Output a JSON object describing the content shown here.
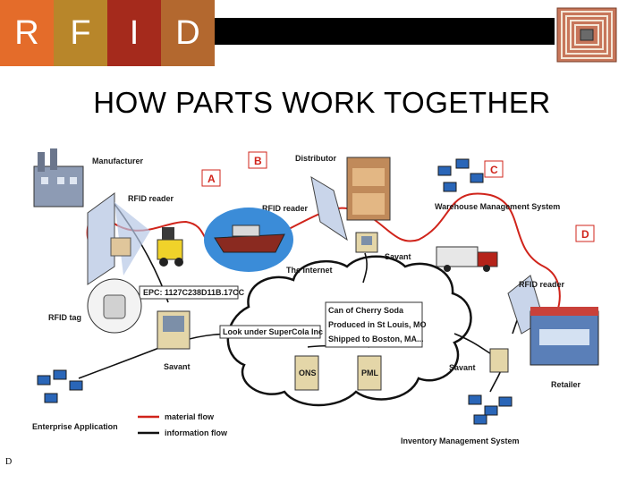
{
  "header": {
    "letters": [
      "R",
      "F",
      "I",
      "D"
    ],
    "tile_colors": [
      "#e46c2a",
      "#b8862a",
      "#a52a1c",
      "#b3682f"
    ]
  },
  "title": "HOW PARTS WORK TOGETHER",
  "diagram": {
    "labels": {
      "manufacturer": "Manufacturer",
      "rfid_reader_1": "RFID reader",
      "distributor": "Distributor",
      "rfid_reader_2": "RFID reader",
      "warehouse_ms": "Warehouse Management System",
      "savant_top": "Savant",
      "internet": "The Internet",
      "rfid_reader_3": "RFID reader",
      "epc": "EPC: 1127C238D11B.17CC",
      "rfid_tag": "RFID tag",
      "look_under": "Look under SuperCola Inc",
      "can_info": [
        "Can of Cherry Soda",
        "Produced in St Louis, MO",
        "Shipped to Boston, MA..."
      ],
      "savant_left": "Savant",
      "savant_right": "Savant",
      "retailer": "Retailer",
      "enterprise": "Enterprise Application",
      "inventory_ms": "Inventory Management System",
      "legend_material": "material flow",
      "legend_information": "information flow",
      "ons": "ONS",
      "pml": "PML"
    },
    "checkpoints": [
      "A",
      "B",
      "C",
      "D"
    ],
    "colors": {
      "material_flow": "#d0241b",
      "information_flow": "#111111"
    }
  },
  "footer": "D"
}
